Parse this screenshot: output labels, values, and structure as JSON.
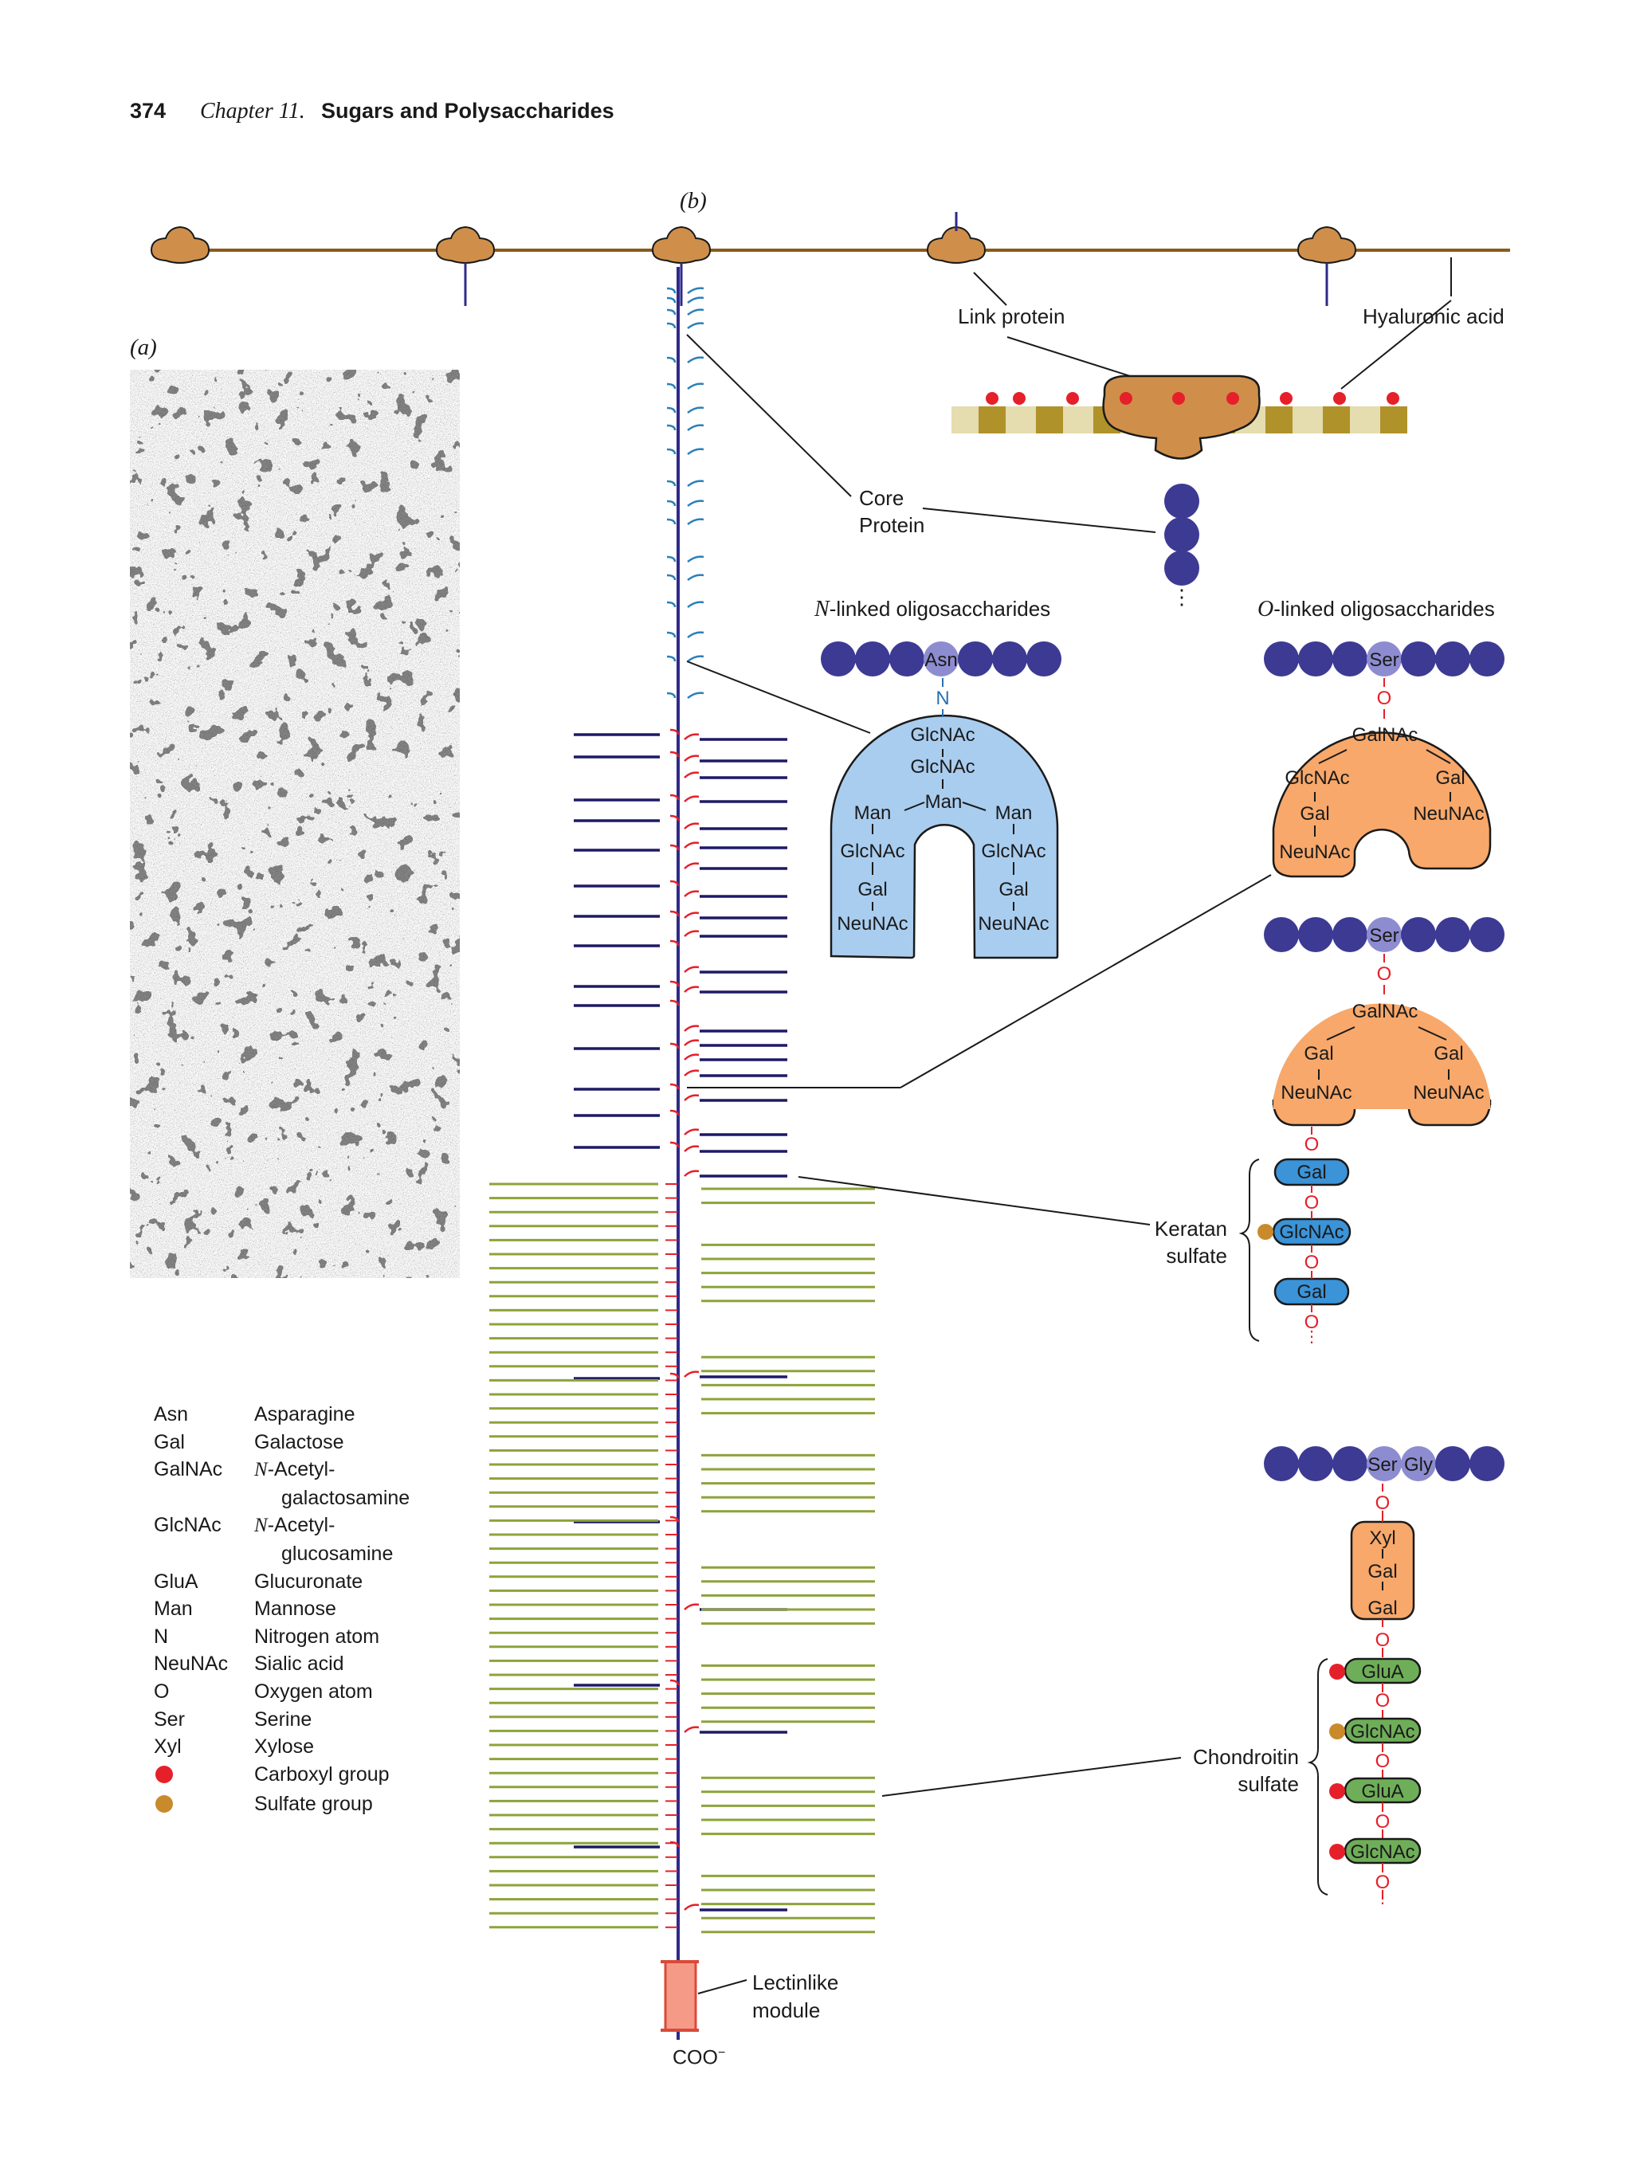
{
  "header": {
    "page_number": "374",
    "chapter": "Chapter 11.",
    "title": "Sugars and Polysaccharides"
  },
  "panels": {
    "a": "(a)",
    "b": "(b)"
  },
  "labels": {
    "link_protein": "Link protein",
    "hyaluronic_acid": "Hyaluronic acid",
    "core_protein_1": "Core",
    "core_protein_2": "Protein",
    "n_linked_prefix": "N",
    "n_linked_rest": "-linked oligosaccharides",
    "o_linked_prefix": "O",
    "o_linked_rest": "-linked oligosaccharides",
    "keratan_1": "Keratan",
    "keratan_2": "sulfate",
    "chondroitin_1": "Chondroitin",
    "chondroitin_2": "sulfate",
    "lectin_1": "Lectinlike",
    "lectin_2": "module",
    "coo": "COO",
    "coo_sup": "−"
  },
  "n_linked": {
    "asn": "Asn",
    "n": "N",
    "glcnac1": "GlcNAc",
    "glcnac2": "GlcNAc",
    "man_center": "Man",
    "man_left": "Man",
    "man_right": "Man",
    "glcnac_left": "GlcNAc",
    "glcnac_right": "GlcNAc",
    "gal_left": "Gal",
    "gal_right": "Gal",
    "neunac_left": "NeuNAc",
    "neunac_right": "NeuNAc"
  },
  "o_linked_1": {
    "ser": "Ser",
    "o": "O",
    "galnac": "GalNAc",
    "glcnac": "GlcNAc",
    "gal_left": "Gal",
    "neunac_left": "NeuNAc",
    "gal_right": "Gal",
    "neunac_right": "NeuNAc"
  },
  "o_linked_2": {
    "ser": "Ser",
    "o1": "O",
    "galnac": "GalNAc",
    "gal_left": "Gal",
    "gal_right": "Gal",
    "neunac_left": "NeuNAc",
    "neunac_right": "NeuNAc",
    "o2": "O"
  },
  "keratan": {
    "gal1": "Gal",
    "o1": "O",
    "glcnac": "GlcNAc",
    "o2": "O",
    "gal2": "Gal",
    "o3": "O"
  },
  "chondroitin": {
    "ser": "Ser",
    "gly": "Gly",
    "o1": "O",
    "xyl": "Xyl",
    "gal1": "Gal",
    "gal2": "Gal",
    "o2": "O",
    "glua1": "GluA",
    "o3": "O",
    "glcnac1": "GlcNAc",
    "o4": "O",
    "glua2": "GluA",
    "o5": "O",
    "glcnac2": "GlcNAc",
    "o6": "O"
  },
  "legend": [
    {
      "abbr": "Asn",
      "def": "Asparagine"
    },
    {
      "abbr": "Gal",
      "def": "Galactose"
    },
    {
      "abbr": "GalNAc",
      "def_it": "N",
      "def": "-Acetyl-"
    },
    {
      "abbr": "",
      "def": "galactosamine",
      "indent": true
    },
    {
      "abbr": "GlcNAc",
      "def_it": "N",
      "def": "-Acetyl-"
    },
    {
      "abbr": "",
      "def": "glucosamine",
      "indent": true
    },
    {
      "abbr": "GluA",
      "def": "Glucuronate"
    },
    {
      "abbr": "Man",
      "def": "Mannose"
    },
    {
      "abbr": "N",
      "def": "Nitrogen atom"
    },
    {
      "abbr": "NeuNAc",
      "def": "Sialic acid"
    },
    {
      "abbr": "O",
      "def": "Oxygen atom"
    },
    {
      "abbr": "Ser",
      "def": "Serine"
    },
    {
      "abbr": "Xyl",
      "def": "Xylose"
    },
    {
      "dot": "#e5202a",
      "def": "Carboxyl group"
    },
    {
      "dot": "#c98a2c",
      "def": "Sulfate group"
    }
  ],
  "colors": {
    "hyaluronic": "#8a5a1a",
    "link_protein": "#cf8f4a",
    "core": "#2e2a8a",
    "n_linked_fill": "#a9cdef",
    "o_linked_fill": "#f7a86a",
    "keratan_fill": "#3b93d8",
    "chondroitin_fill": "#6fae58",
    "keratan_chain": "#1f1a66",
    "chondroitin_chain": "#8da33a",
    "carboxyl": "#e5202a",
    "sulfate": "#c98a2c",
    "residue": "#3d3a94",
    "residue_light": "#8e8cd0"
  }
}
